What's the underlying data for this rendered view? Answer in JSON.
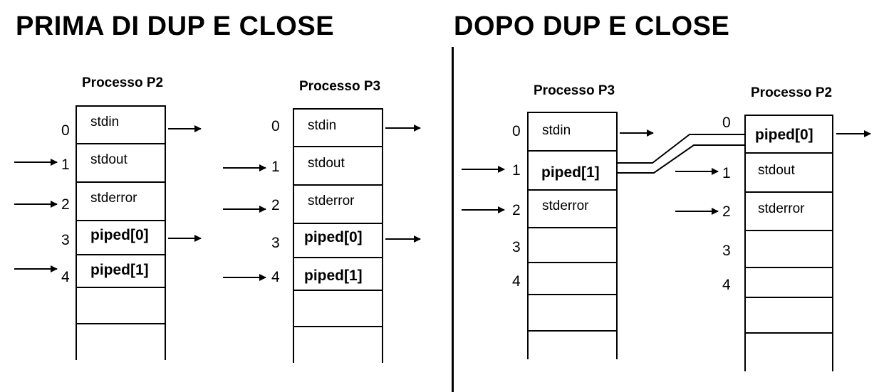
{
  "headings": {
    "before": "PRIMA DI DUP E CLOSE",
    "after": "DOPO DUP E CLOSE"
  },
  "tables": [
    {
      "title": "Processo P2",
      "indices": [
        "0",
        "1",
        "2",
        "3",
        "4"
      ],
      "entries": [
        "stdin",
        "stdout",
        "stderror",
        "piped[0]",
        "piped[1]"
      ]
    },
    {
      "title": "Processo P3",
      "indices": [
        "0",
        "1",
        "2",
        "3",
        "4"
      ],
      "entries": [
        "stdin",
        "stdout",
        "stderror",
        "piped[0]",
        "piped[1]"
      ]
    },
    {
      "title": "Processo P3",
      "indices": [
        "0",
        "1",
        "2",
        "3",
        "4"
      ],
      "entries": [
        "stdin",
        "piped[1]",
        "stderror",
        "",
        ""
      ]
    },
    {
      "title": "Processo P2",
      "indices": [
        "0",
        "1",
        "2",
        "3",
        "4"
      ],
      "entries": [
        "piped[0]",
        "stdout",
        "stderror",
        "",
        ""
      ]
    }
  ]
}
